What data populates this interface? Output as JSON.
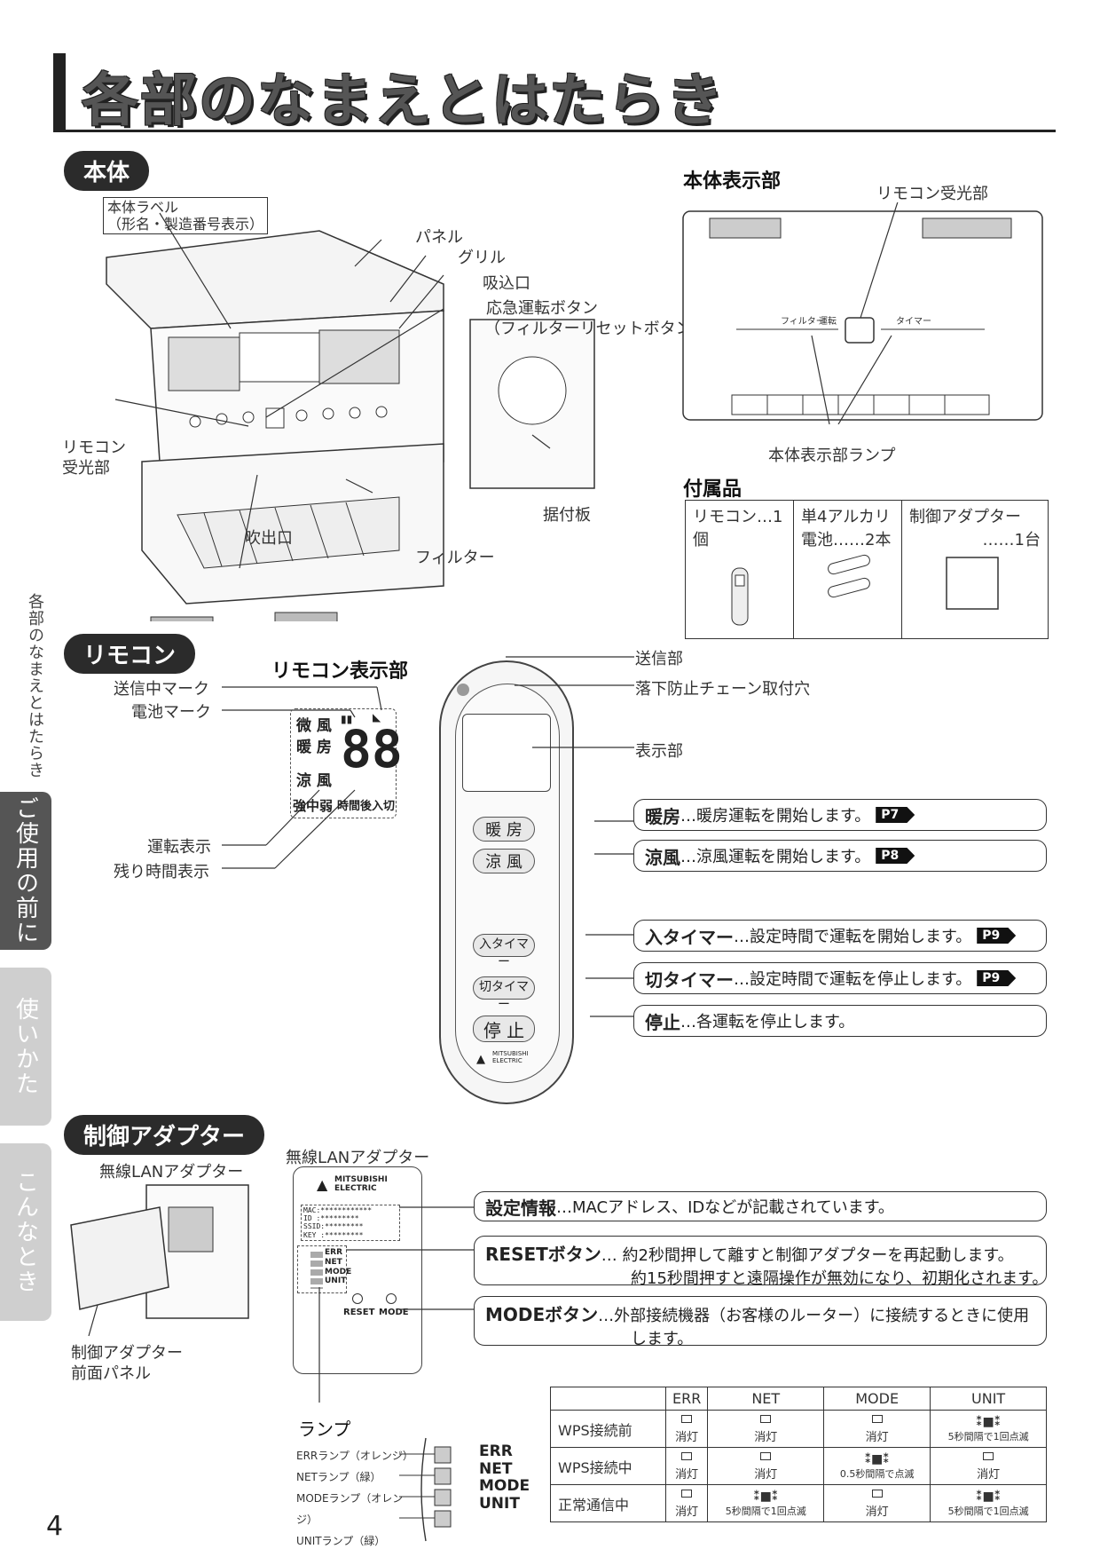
{
  "page": {
    "title": "各部のなまえとはたらき",
    "page_number": "4"
  },
  "sidebar": {
    "caption": "各部のなまえとはたらき",
    "tabs": [
      {
        "label": "ご使用の前に",
        "active": true
      },
      {
        "label": "使いかた",
        "active": false
      },
      {
        "label": "こんなとき",
        "active": false
      }
    ]
  },
  "sections": {
    "honntai": "本体",
    "remocon": "リモコン",
    "adapter": "制御アダプター"
  },
  "main_unit": {
    "labels": {
      "body_label": "本体ラベル",
      "body_label_sub": "（形名・製造番号表示）",
      "panel": "パネル",
      "grill": "グリル",
      "intake": "吸込口",
      "emergency_btn": "応急運転ボタン",
      "emergency_btn_sub": "（フィルターリセットボタン）",
      "receiver_1": "リモコン",
      "receiver_2": "受光部",
      "outlet": "吹出口",
      "mount_plate": "据付板",
      "filter": "フィルター"
    }
  },
  "display_panel": {
    "heading": "本体表示部",
    "receiver": "リモコン受光部",
    "filter_lamp": "フィルター",
    "run_lamp": "運転",
    "timer_lamp": "タイマー",
    "lamps": "本体表示部ランプ"
  },
  "accessories": {
    "heading": "付属品",
    "items": [
      {
        "line1": "リモコン…1個",
        "line2": ""
      },
      {
        "line1": "単4アルカリ",
        "line2": "電池……2本"
      },
      {
        "line1": "制御アダプター",
        "line2": "……1台"
      }
    ]
  },
  "remote_display": {
    "heading": "リモコン表示部",
    "sending_mark": "送信中マーク",
    "battery_mark": "電池マーク",
    "run_display": "運転表示",
    "remaining_time": "残り時間表示",
    "lcd": {
      "row1": "微 風",
      "row2": "暖 房",
      "row3": "涼 風",
      "digits": "88",
      "bottom_left": "強中弱",
      "bottom_right": "時間後入切"
    }
  },
  "remote": {
    "labels": {
      "transmitter": "送信部",
      "chain_hole": "落下防止チェーン取付穴",
      "display": "表示部"
    },
    "buttons": [
      {
        "label": "暖 房",
        "name": "暖房",
        "desc": "…暖房運転を開始します。",
        "ref": "P7"
      },
      {
        "label": "涼 風",
        "name": "涼風",
        "desc": "…涼風運転を開始します。",
        "ref": "P8"
      },
      {
        "label": "入タイマー",
        "name": "入タイマー",
        "desc": "…設定時間で運転を開始します。",
        "ref": "P9"
      },
      {
        "label": "切タイマー",
        "name": "切タイマー",
        "desc": "…設定時間で運転を停止します。",
        "ref": "P9"
      },
      {
        "label": "停 止",
        "name": "停止",
        "desc": "…各運転を停止します。",
        "ref": ""
      }
    ],
    "brand_1": "MITSUBISHI",
    "brand_2": "ELECTRIC"
  },
  "adapter": {
    "wlan_label_left": "無線LANアダプター",
    "front_panel_1": "制御アダプター",
    "front_panel_2": "前面パネル",
    "wlan_label_top": "無線LANアダプター",
    "brand_1": "MITSUBISHI",
    "brand_2": "ELECTRIC",
    "info_rows": [
      "MAC:************",
      "ID  :*********",
      "SSID:*********",
      "KEY :*********"
    ],
    "small_lamps": [
      "ERR",
      "NET",
      "MODE",
      "UNIT"
    ],
    "reset": "RESET",
    "mode": "MODE",
    "lamp_heading": "ランプ",
    "callouts": {
      "info_title": "設定情報",
      "info_desc": "…MACアドレス、IDなどが記載されています。",
      "reset_title": "RESETボタン",
      "reset_desc1": "… 約2秒間押して離すと制御アダプターを再起動します。",
      "reset_desc2": "約15秒間押すと遠隔操作が無効になり、初期化されます。",
      "mode_title": "MODEボタン",
      "mode_desc1": "…外部接続機器（お客様のルーター）に接続するときに使用",
      "mode_desc2": "します。"
    },
    "lamp_legend": [
      {
        "label": "ERRランプ（オレンジ）",
        "tag": "ERR"
      },
      {
        "label": "NETランプ（緑）",
        "tag": "NET"
      },
      {
        "label": "MODEランプ（オレンジ）",
        "tag": "MODE"
      },
      {
        "label": "UNITランプ（緑）",
        "tag": "UNIT"
      }
    ]
  },
  "lamp_table": {
    "headers": [
      "",
      "ERR",
      "NET",
      "MODE",
      "UNIT"
    ],
    "rows": [
      {
        "state": "WPS接続前",
        "cells": [
          {
            "kind": "off",
            "text": "消灯"
          },
          {
            "kind": "off",
            "text": "消灯"
          },
          {
            "kind": "off",
            "text": "消灯"
          },
          {
            "kind": "blink",
            "text": "5秒間隔で1回点滅"
          }
        ]
      },
      {
        "state": "WPS接続中",
        "cells": [
          {
            "kind": "off",
            "text": "消灯"
          },
          {
            "kind": "off",
            "text": "消灯"
          },
          {
            "kind": "blink",
            "text": "0.5秒間隔で点滅"
          },
          {
            "kind": "off",
            "text": "消灯"
          }
        ]
      },
      {
        "state": "正常通信中",
        "cells": [
          {
            "kind": "off",
            "text": "消灯"
          },
          {
            "kind": "blink",
            "text": "5秒間隔で1回点滅"
          },
          {
            "kind": "off",
            "text": "消灯"
          },
          {
            "kind": "blink",
            "text": "5秒間隔で1回点滅"
          }
        ]
      }
    ]
  }
}
